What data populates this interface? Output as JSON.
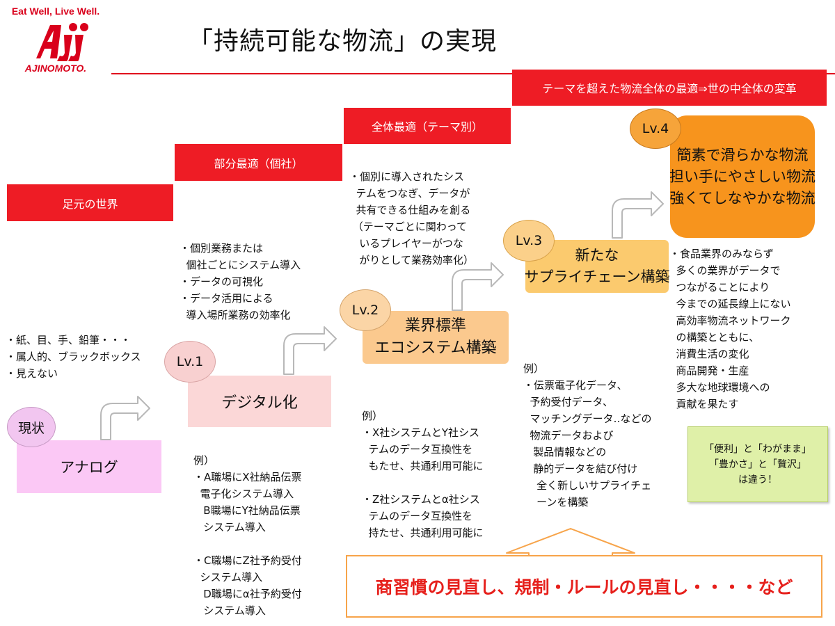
{
  "logo": {
    "tagline": "Eat Well, Live Well.",
    "brand": "AJINOMOTO."
  },
  "title": "「持続可能な物流」の実現",
  "stairs": [
    {
      "label": "足元の世界"
    },
    {
      "label": "部分最適（個社）"
    },
    {
      "label": "全体最適（テーマ別）"
    },
    {
      "label": "テーマを超えた物流全体の最適⇒世の中全体の変革"
    }
  ],
  "levels": {
    "current": {
      "badge": "現状",
      "title": "アナログ"
    },
    "lv1": {
      "badge": "Lv.1",
      "title": "デジタル化"
    },
    "lv2": {
      "badge": "Lv.2",
      "title_line1": "業界標準",
      "title_line2": "エコシステム構築"
    },
    "lv3": {
      "badge": "Lv.3",
      "title_line1": "新たな",
      "title_line2": "サプライチェーン構築"
    },
    "lv4": {
      "badge": "Lv.4",
      "title_line1": "簡素で滑らかな物流",
      "title_line2": "担い手にやさしい物流",
      "title_line3": "強くてしなやかな物流"
    }
  },
  "descriptions": {
    "current": "・紙、目、手、鉛筆・・・\n・属人的、ブラックボックス\n・見えない",
    "lv1": "・個別業務または\n  個社ごとにシステム導入\n・データの可視化\n・データ活用による\n  導入場所業務の効率化",
    "lv2": "・個別に導入されたシス\n  テムをつなぎ、データが\n  共有できる仕組みを創る\n （テーマごとに関わって\n   いるプレイヤーがつな\n   がりとして業務効率化）",
    "lv4": "・食品業界のみならず\n  多くの業界がデータで\n  つながることにより\n  今までの延長線上にない\n  高効率物流ネットワーク\n  の構築とともに、\n  消費生活の変化\n  商品開発・生産\n  多大な地球環境への\n  貢献を果たす"
  },
  "examples": {
    "lv1": "例）\n・A職場にX社納品伝票\n  電子化システム導入\n   B職場にY社納品伝票\n   システム導入\n\n・C職場にZ社予約受付\n  システム導入\n   D職場にα社予約受付\n   システム導入",
    "lv2": "例）\n・X社システムとY社シス\n  テムのデータ互換性を\n  もたせ、共通利用可能に\n\n・Z社システムとα社シス\n  テムのデータ互換性を\n  持たせ、共通利用可能に",
    "lv3": "例）\n・伝票電子化データ、\n  予約受付データ、\n  マッチングデータ‥などの\n  物流データおよび\n   製品情報などの\n   静的データを結び付け\n    全く新しいサプライチェ\n    ーンを構築"
  },
  "note": {
    "line1": "「便利」と「わがまま」",
    "line2": "「豊かさ」と「贅沢」",
    "line3": "は違う！"
  },
  "banner": "商習慣の見直し、規制・ルールの見直し・・・・など",
  "colors": {
    "red": "#ee1c25",
    "pink_box": "#fbc8f5",
    "lv1_box": "#fbd7d7",
    "lv2_box": "#fbc98e",
    "lv3_box": "#fbca6e",
    "lv4_box": "#f7941d",
    "banner_border": "#f7a44a",
    "banner_text": "#e6201c",
    "note_bg": "#dff0a8"
  }
}
